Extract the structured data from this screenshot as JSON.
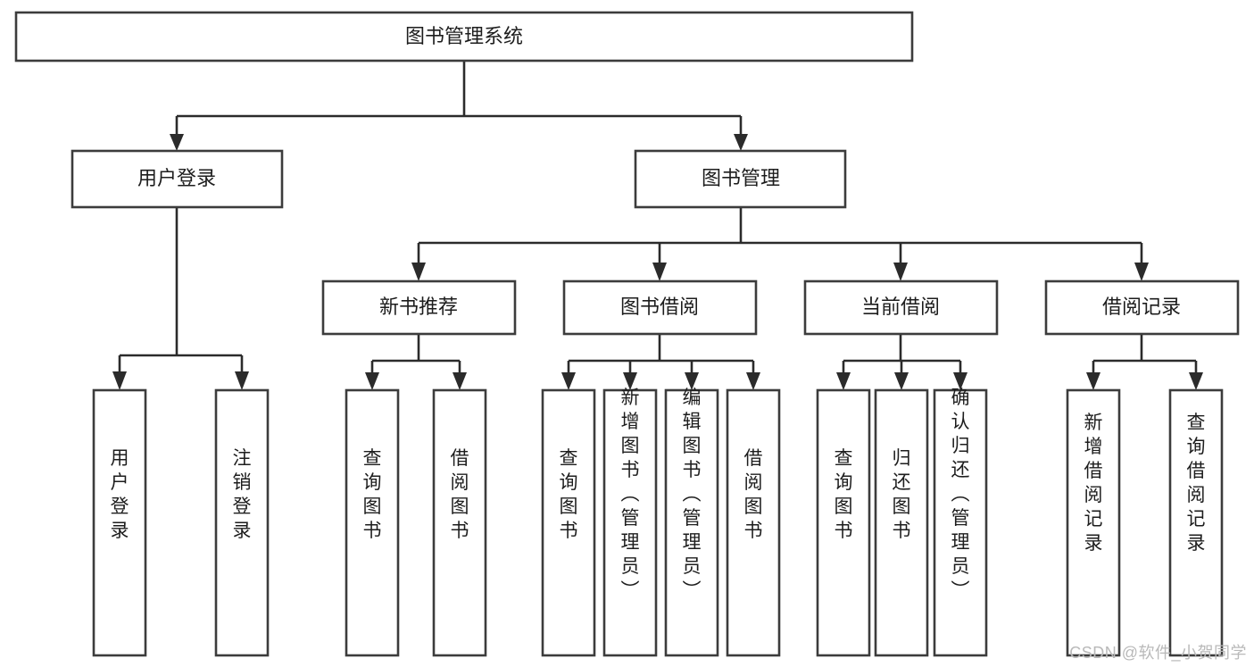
{
  "diagram": {
    "title": "图书管理系统",
    "type": "tree-hierarchy",
    "watermark": "CSDN @软件_小贺同学",
    "colors": {
      "box_stroke": "#3c3c3c",
      "connector": "#2b2b2b",
      "background": "#ffffff",
      "text": "#1d1d1d",
      "watermark": "#b9b9b9"
    },
    "root": {
      "label": "图书管理系统"
    },
    "level1": [
      {
        "label": "用户登录"
      },
      {
        "label": "图书管理"
      }
    ],
    "level2": [
      {
        "label": "新书推荐"
      },
      {
        "label": "图书借阅"
      },
      {
        "label": "当前借阅"
      },
      {
        "label": "借阅记录"
      }
    ],
    "leaves": {
      "user_login": [
        {
          "label": "用户登录"
        },
        {
          "label": "注销登录"
        }
      ],
      "new_book_recommend": [
        {
          "label": "查询图书"
        },
        {
          "label": "借阅图书"
        }
      ],
      "book_borrow": [
        {
          "label": "查询图书"
        },
        {
          "label": "新增图书（管理员）"
        },
        {
          "label": "编辑图书（管理员）"
        },
        {
          "label": "借阅图书"
        }
      ],
      "current_borrow": [
        {
          "label": "查询图书"
        },
        {
          "label": "归还图书"
        },
        {
          "label": "确认归还（管理员）"
        }
      ],
      "borrow_record": [
        {
          "label": "新增借阅记录"
        },
        {
          "label": "查询借阅记录"
        }
      ]
    }
  }
}
